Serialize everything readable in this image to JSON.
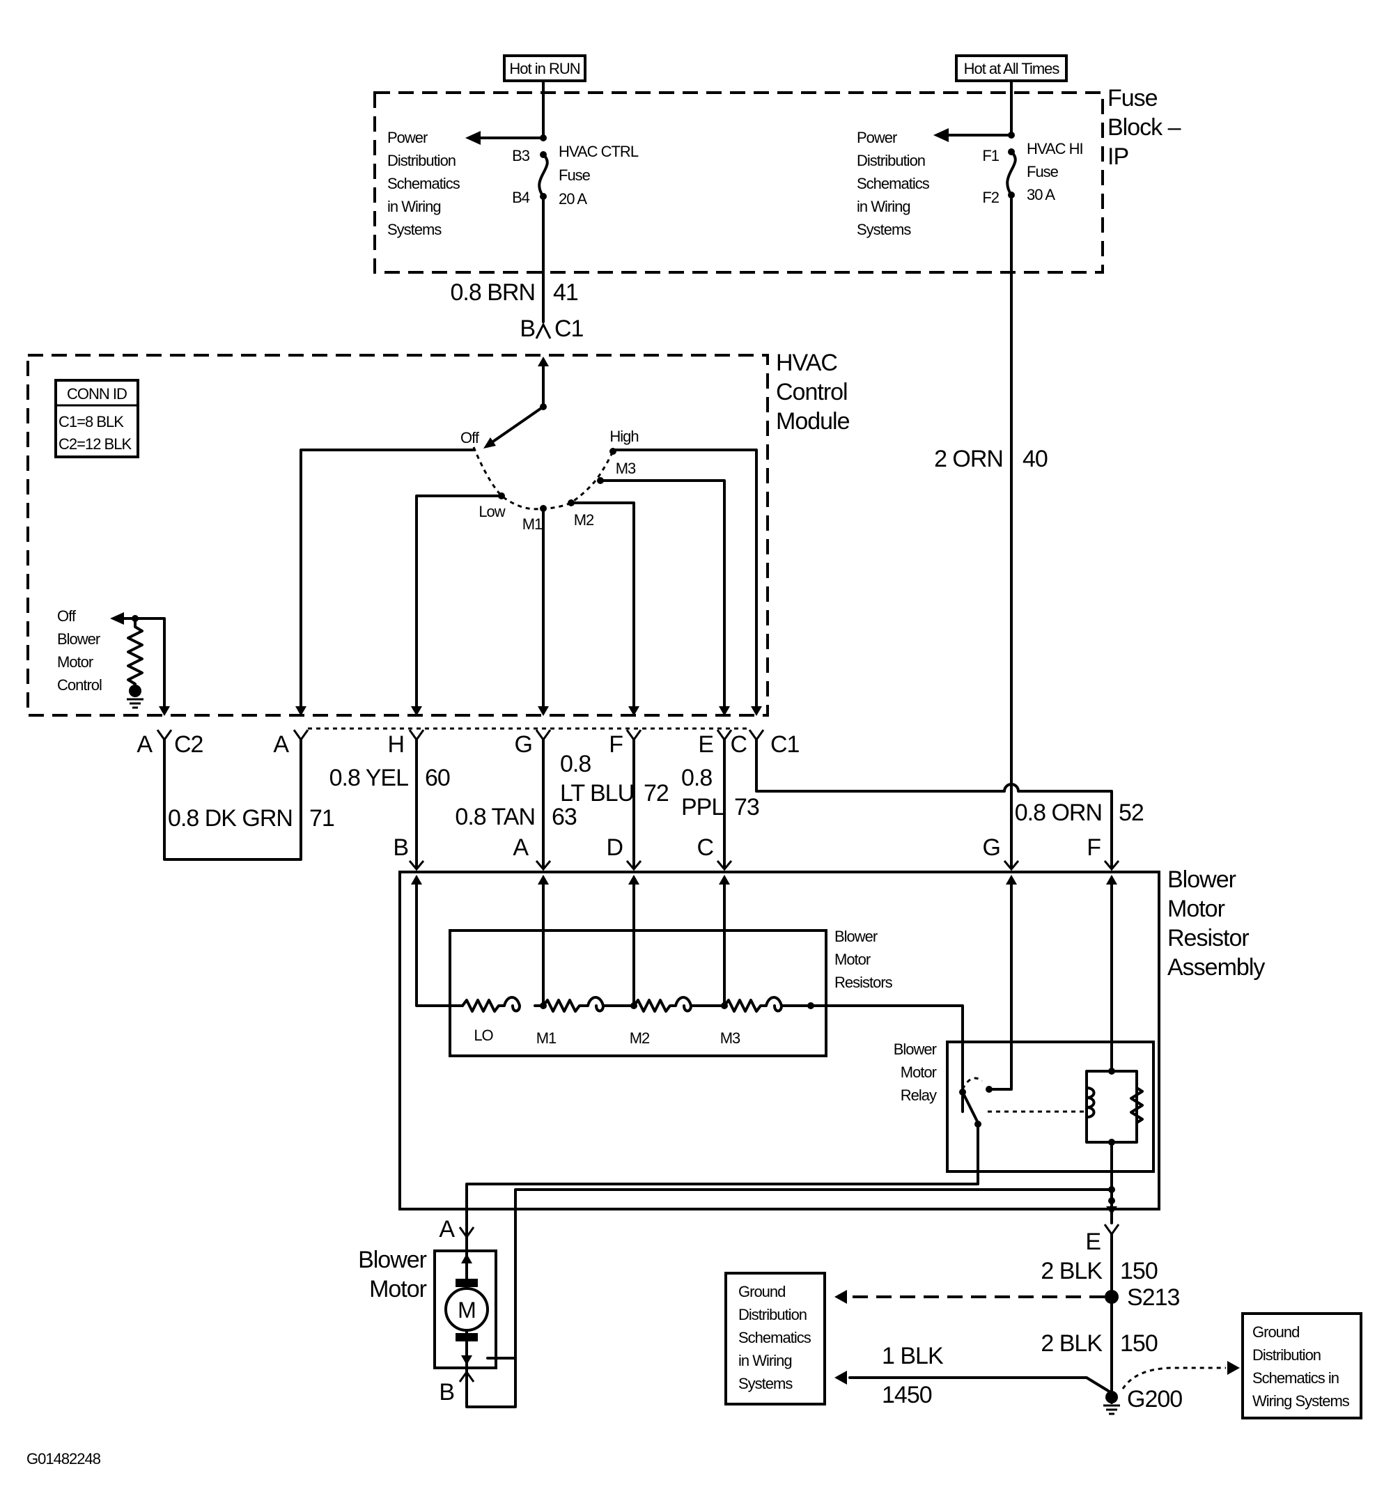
{
  "top": {
    "hot_run": "Hot in RUN",
    "hot_all": "Hot at All Times"
  },
  "fuse_block": {
    "title": [
      "Fuse",
      "Block –",
      "IP"
    ],
    "left_ref": [
      "Power",
      "Distribution",
      "Schematics",
      "in Wiring",
      "Systems"
    ],
    "right_ref": [
      "Power",
      "Distribution",
      "Schematics",
      "in Wiring",
      "Systems"
    ],
    "fuse1": {
      "lines": [
        "HVAC CTRL",
        "Fuse",
        "20 A"
      ],
      "in": "B3",
      "out": "B4"
    },
    "fuse2": {
      "lines": [
        "HVAC HI",
        "Fuse",
        "30 A"
      ],
      "in": "F1",
      "out": "F2"
    }
  },
  "wires": {
    "brn": {
      "color": "0.8 BRN",
      "circuit": "41"
    },
    "orn40": {
      "color": "2 ORN",
      "circuit": "40"
    },
    "dkgrn": {
      "color": "0.8 DK GRN",
      "circuit": "71"
    },
    "yel": {
      "color": "0.8 YEL",
      "circuit": "60"
    },
    "tan": {
      "color": "0.8 TAN",
      "circuit": "63"
    },
    "ltblu": {
      "color": [
        "0.8",
        "LT BLU"
      ],
      "circuit": "72"
    },
    "ppl": {
      "color": [
        "0.8",
        "PPL"
      ],
      "circuit": "73"
    },
    "orn52": {
      "color": "0.8 ORN",
      "circuit": "52"
    },
    "blk150a": {
      "color": "2 BLK",
      "circuit": "150"
    },
    "blk150b": {
      "color": "2 BLK",
      "circuit": "150"
    },
    "blk1450": {
      "color": "1 BLK",
      "circuit": "1450"
    }
  },
  "hvac_module": {
    "title": [
      "HVAC",
      "Control",
      "Module"
    ],
    "conn_id": {
      "header": "CONN ID",
      "rows": [
        "C1=8 BLK",
        "C2=12 BLK"
      ]
    },
    "switch": {
      "off": "Off",
      "low": "Low",
      "m1": "M1",
      "m2": "M2",
      "m3": "M3",
      "high": "High"
    },
    "off_control": [
      "Off",
      "Blower",
      "Motor",
      "Control"
    ],
    "top_pin": "B",
    "top_conn": "C1"
  },
  "pins_c2": {
    "a": "A",
    "conn": "C2"
  },
  "pins_c1": {
    "a": "A",
    "h": "H",
    "g": "G",
    "f": "F",
    "e": "E",
    "c": "C",
    "conn": "C1"
  },
  "resistor_assembly": {
    "title": [
      "Blower",
      "Motor",
      "Resistor",
      "Assembly"
    ],
    "pins": {
      "b": "B",
      "a": "A",
      "d": "D",
      "c": "C",
      "g": "G",
      "f": "F",
      "e": "E"
    },
    "resistors_label": [
      "Blower",
      "Motor",
      "Resistors"
    ],
    "taps": [
      "LO",
      "M1",
      "M2",
      "M3"
    ],
    "relay_label": [
      "Blower",
      "Motor",
      "Relay"
    ]
  },
  "motor": {
    "title": [
      "Blower",
      "Motor"
    ],
    "symbol": "M",
    "pin_a": "A",
    "pin_b": "B"
  },
  "ground": {
    "splice": "S213",
    "ground": "G200",
    "left_ref": [
      "Ground",
      "Distribution",
      "Schematics",
      "in Wiring",
      "Systems"
    ],
    "right_ref": [
      "Ground",
      "Distribution",
      "Schematics in",
      "Wiring Systems"
    ]
  },
  "figure_id": "G01482248"
}
